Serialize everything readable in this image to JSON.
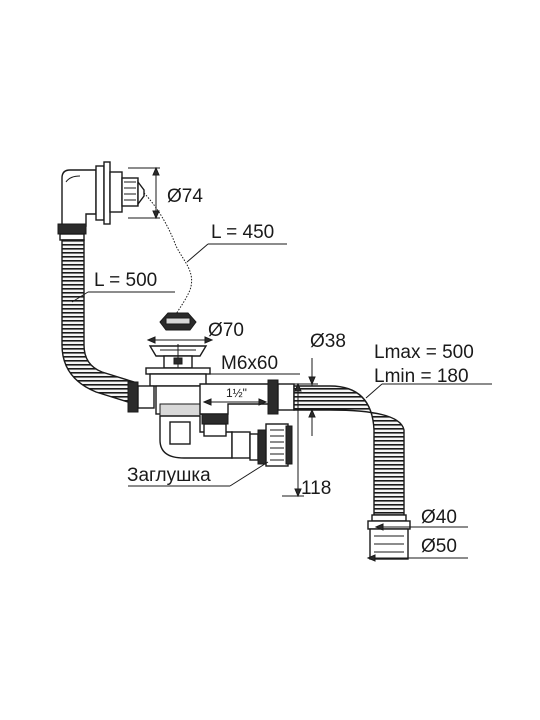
{
  "labels": {
    "d74": "Ø74",
    "l450": "L = 450",
    "l500": "L = 500",
    "d70": "Ø70",
    "d38": "Ø38",
    "m6x60": "M6x60",
    "lmax": "Lmax = 500",
    "lmin": "Lmin = 180",
    "thread": "1½\"",
    "plug": "Заглушка",
    "h118": "118",
    "d40": "Ø40",
    "d50": "Ø50"
  }
}
